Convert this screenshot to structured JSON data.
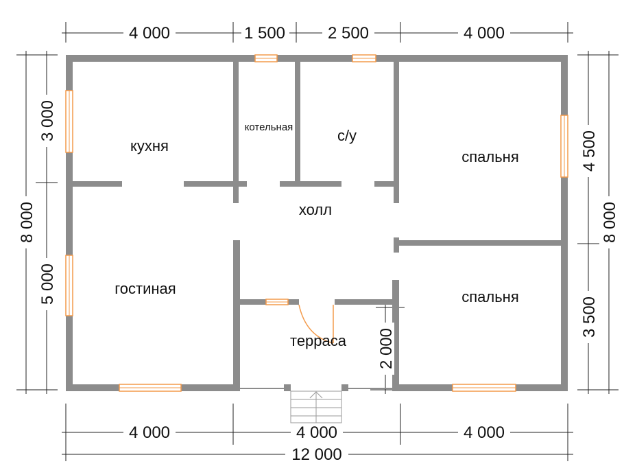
{
  "colors": {
    "wall": "#8c8c8c",
    "window": "#f39a4a",
    "dimension_line": "#222222",
    "text": "#111111",
    "stairs": "#9a9a9a",
    "background": "#ffffff"
  },
  "dimensions": {
    "top": [
      "4 000",
      "1 500",
      "2 500",
      "4 000"
    ],
    "bottom": [
      "4 000",
      "4 000",
      "4 000"
    ],
    "bottom_total": "12 000",
    "left": [
      "3 000",
      "5 000"
    ],
    "left_total": "8 000",
    "right": [
      "4 500",
      "3 500"
    ],
    "right_total": "8 000",
    "terrace_depth": "2 000"
  },
  "rooms": {
    "kitchen": "кухня",
    "boiler": "котельная",
    "bathroom": "с/у",
    "bedroom_top": "спальня",
    "hall": "холл",
    "living": "гостиная",
    "bedroom_bottom": "спальня",
    "terrace": "терраса"
  }
}
